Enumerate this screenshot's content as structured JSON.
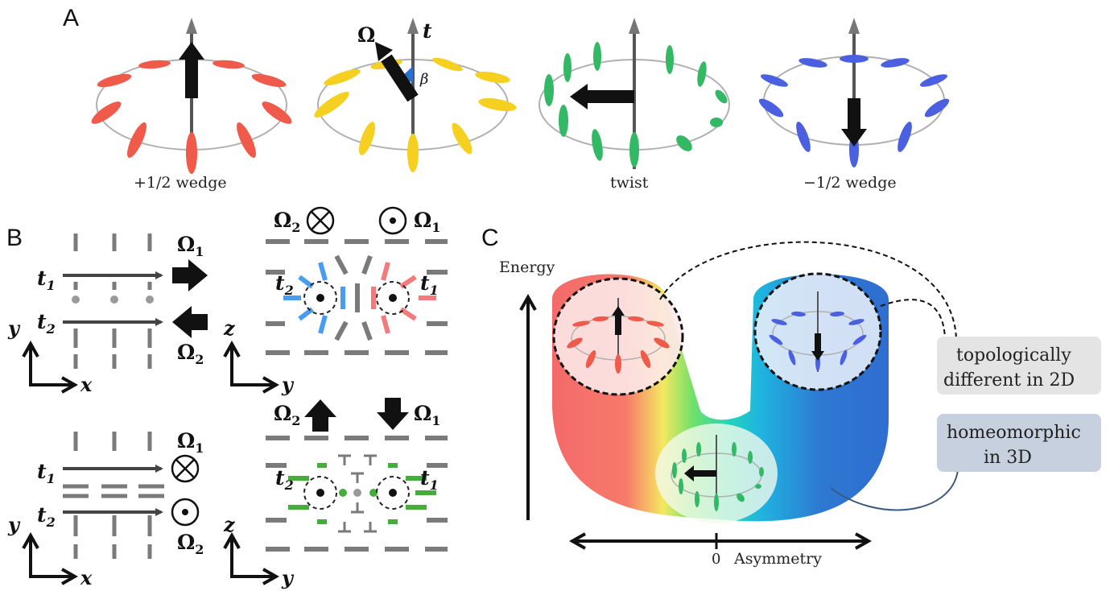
{
  "panels": {
    "a": "A",
    "b": "B",
    "c": "C"
  },
  "panel_a": {
    "captions": [
      "+1/2 wedge",
      "twist",
      "−1/2 wedge"
    ],
    "omega": "Ω",
    "t": "t",
    "beta": "β",
    "colors": {
      "red": "#f05a4a",
      "yellow": "#f5d020",
      "green": "#33b865",
      "blue": "#4a60e0"
    }
  },
  "panel_b": {
    "t1": "t",
    "t1_sub": "1",
    "t2": "t",
    "t2_sub": "2",
    "omega1": "Ω",
    "omega1_sub": "1",
    "omega2": "Ω",
    "omega2_sub": "2",
    "x": "x",
    "y": "y",
    "z": "z",
    "colors": {
      "blue": "#4a9cf0",
      "red": "#f27a7a",
      "green": "#46ad3c",
      "gray": "#7a7a7a"
    }
  },
  "panel_c": {
    "energy": "Energy",
    "zero": "0",
    "asymmetry": "Asymmetry",
    "box1_line1": "topologically",
    "box1_line2": "different in 2D",
    "box2_line1": "homeomorphic",
    "box2_line2": "in 3D"
  }
}
